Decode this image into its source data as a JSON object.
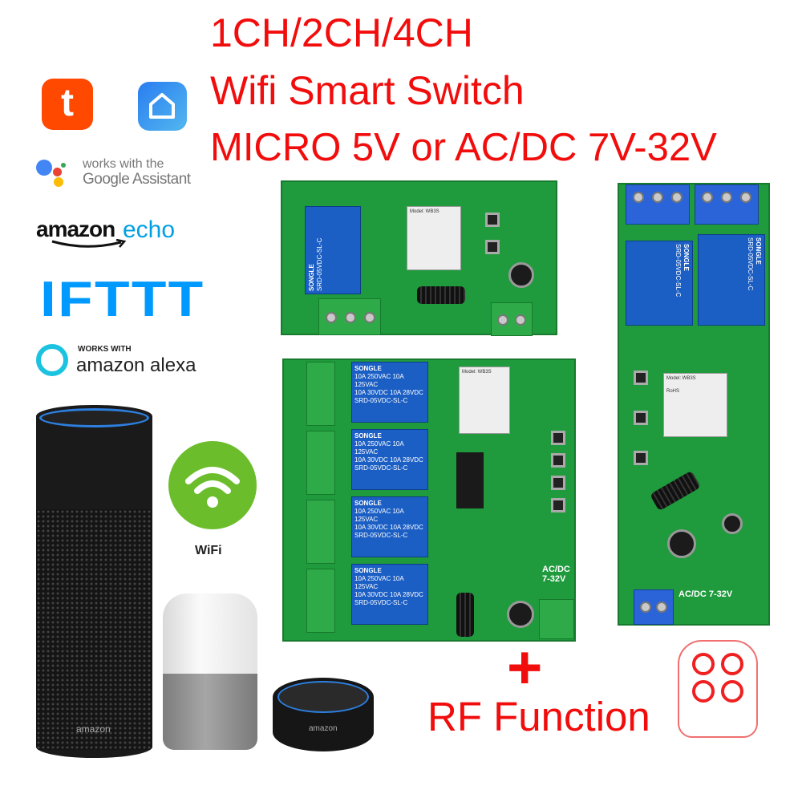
{
  "title": {
    "line1": "1CH/2CH/4CH",
    "line2": "Wifi Smart Switch",
    "line3": "MICRO 5V or AC/DC 7V-32V"
  },
  "logos": {
    "tuya": {
      "icon": "tuya-app-icon",
      "color": "#ff4800"
    },
    "smart_life": {
      "icon": "smart-home-app-icon",
      "color": "#2f8cf2"
    },
    "google": {
      "line1": "works with the",
      "line2": "Google Assistant"
    },
    "amazon_echo": {
      "part1": "amazon",
      "part2": "echo"
    },
    "ifttt": "IFTTT",
    "alexa": {
      "line1": "WORKS WITH",
      "line2": "amazon alexa"
    }
  },
  "wifi_badge": {
    "label": "WiFi",
    "color": "#6cbd2c"
  },
  "boards": {
    "relay_line1": "SONGLE",
    "relay_line2": "10A 250VAC 10A 125VAC",
    "relay_line3": "10A 30VDC 10A 28VDC",
    "relay_line4": "SRD-05VDC-SL-C",
    "module_label": "Model: WB3S",
    "rohs": "RoHS",
    "power_4ch": "AC/DC 7-32V",
    "power_2ch": "AC/DC 7-32V"
  },
  "devices": {
    "echo_brand": "amazon",
    "dot_brand": "amazon"
  },
  "rf": {
    "plus": "+",
    "label": "RF Function"
  },
  "colors": {
    "title": "#f20d0d",
    "board": "#1f9a3c",
    "relay": "#1c5fc4"
  }
}
